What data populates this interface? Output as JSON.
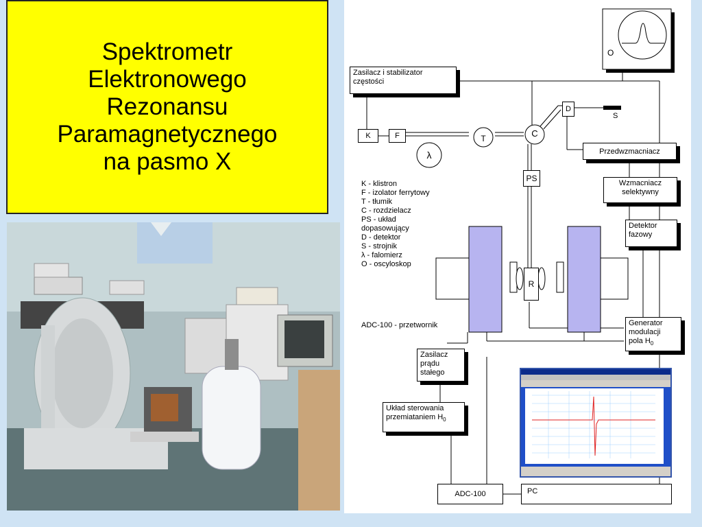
{
  "title": {
    "lines": [
      "Spektrometr",
      "Elektronowego",
      "Rezonansu",
      "Paramagnetycznego",
      "na pasmo X"
    ]
  },
  "diagram": {
    "boxes": {
      "power_supply": [
        "Zasilacz i stabilizator",
        "częstości"
      ],
      "klystron": "K",
      "isolator": "F",
      "attenuator": "T",
      "splitter": "C",
      "detector": "D",
      "tuner_label": "S",
      "matching": "PS",
      "resonator": "R",
      "preamp": "Przedwzmacniacz",
      "selective_amp": [
        "Wzmacniacz",
        "selektywny"
      ],
      "phase_detector": [
        "Detektor",
        "fazowy"
      ],
      "modulation_gen": [
        "Generator",
        "modulacji",
        "pola H",
        "0"
      ],
      "current_supply": [
        "Zasilacz",
        "prądu",
        "stałego"
      ],
      "sweep_control": [
        "Układ sterowania",
        "przemiataniem H",
        "0"
      ],
      "adc": "ADC-100",
      "pc": "PC",
      "oscilloscope": "O",
      "wavemeter": "λ"
    },
    "legend": [
      "K - klistron",
      "F - izolator ferrytowy",
      "T - tłumik",
      "C - rozdzielacz",
      "PS - układ",
      "dopasowujący",
      "D - detektor",
      "S - strojnik",
      "λ - falomierz",
      "O - oscyloskop"
    ],
    "adc_note": "ADC-100 - przetwornik"
  },
  "colors": {
    "background": "#cfe3f4",
    "title_bg": "#ffff00",
    "magnet": "#b7b4f0",
    "screen_blue": "#1f4fc8",
    "signal_red": "#e02020"
  }
}
